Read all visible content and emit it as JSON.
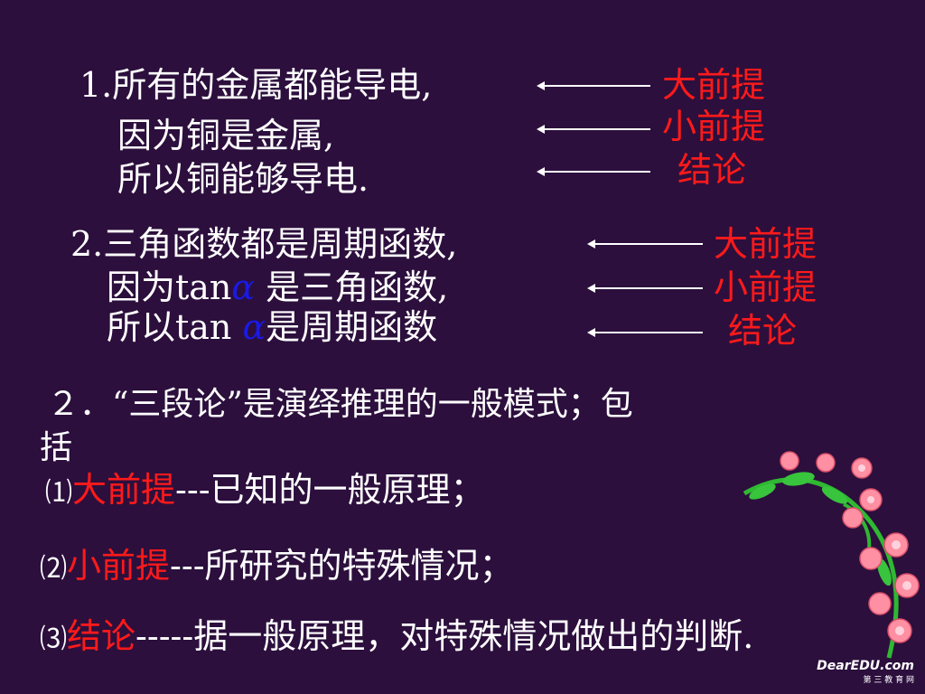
{
  "example1": {
    "line1": "1.所有的金属都能导电,",
    "line2": "因为铜是金属,",
    "line3": "所以铜能够导电.",
    "tag1": "大前提",
    "tag2": "小前提",
    "tag3": "结论"
  },
  "example2": {
    "line1": "2.三角函数都是周期函数,",
    "line2_pre": "因为tan",
    "line2_alpha": "α",
    "line2_post": " 是三角函数,",
    "line3_pre": "所以tan ",
    "line3_alpha": "α",
    "line3_post": "是周期函数",
    "tag1": "大前提",
    "tag2": "小前提",
    "tag3": "结论"
  },
  "definition": {
    "intro_line1": "２．“三段论”是演绎推理的一般模式；包",
    "intro_line2": "括",
    "item1_num": "⑴",
    "item1_term": "大前提",
    "item1_text": "---已知的一般原理；",
    "item2_num": "⑵",
    "item2_term": "小前提",
    "item2_text": "---所研究的特殊情况；",
    "item3_num": "⑶",
    "item3_term": "结论",
    "item3_text": "-----据一般原理，对特殊情况做出的判断."
  },
  "logo": {
    "name": "DearEDU.com",
    "sub": "第 三 教 育 网"
  },
  "colors": {
    "background": "#2c0f3d",
    "highlight": "#ff1a1a",
    "alpha": "#1a1ae6"
  }
}
